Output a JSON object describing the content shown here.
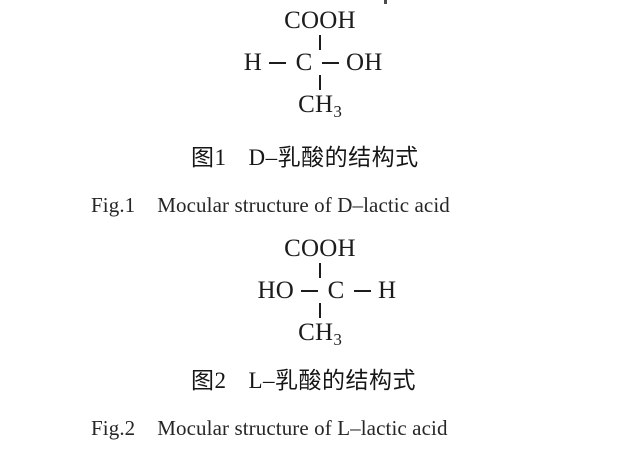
{
  "document": {
    "type": "figure-page",
    "background_color": "#ffffff",
    "text_color": "#1a1a1a"
  },
  "figures": [
    {
      "id": "figure-1",
      "structure": {
        "top_group": "COOH",
        "left_group": "H",
        "center_atom": "C",
        "right_group": "OH",
        "bottom_group": "CH",
        "bottom_subscript": "3",
        "bond_top": "|",
        "bond_left": "—",
        "bond_right": "—",
        "bond_bottom": "|"
      },
      "caption_cn": {
        "label": "图1",
        "text": "D–乳酸的结构式"
      },
      "caption_en": {
        "label": "Fig.1",
        "text": "Mocular structure of D–lactic acid"
      }
    },
    {
      "id": "figure-2",
      "structure": {
        "top_group": "COOH",
        "left_group": "HO",
        "center_atom": "C",
        "right_group": "H",
        "bottom_group": "CH",
        "bottom_subscript": "3",
        "bond_top": "|",
        "bond_left": "—",
        "bond_right": "—",
        "bond_bottom": "|"
      },
      "caption_cn": {
        "label": "图2",
        "text": "L–乳酸的结构式"
      },
      "caption_en": {
        "label": "Fig.2",
        "text": "Mocular structure of L–lactic acid"
      }
    }
  ]
}
